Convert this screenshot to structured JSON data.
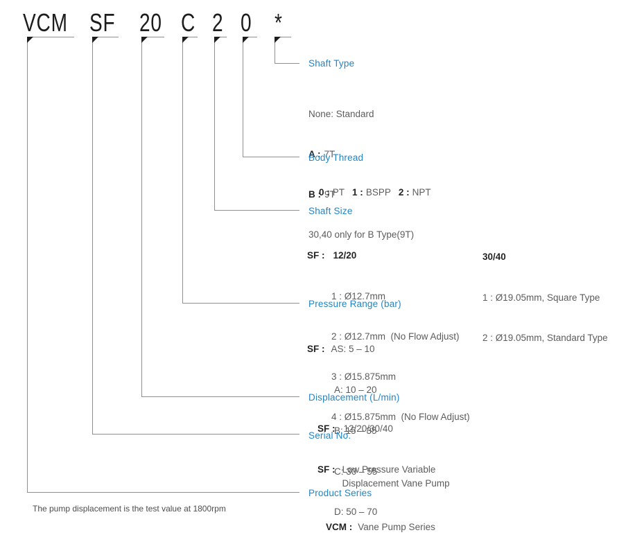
{
  "model_code": {
    "segments": [
      "VCM",
      "SF",
      "20",
      "C",
      "2",
      "0",
      "*"
    ]
  },
  "colors": {
    "accent_blue": "#2185c6",
    "body_gray": "#5b5c5e",
    "key_black": "#232323",
    "line_gray": "#8f8f90",
    "code_black": "#1c1c1e"
  },
  "sections": {
    "shaft_type": {
      "title": "Shaft Type",
      "line_none": "None: Standard",
      "key_a": "A :",
      "val_a": "7T",
      "key_b": "B :",
      "val_b": "9T",
      "line_note": "30,40 only for B Type(9T)"
    },
    "body_thread": {
      "title": "Body Thread",
      "pairs": [
        {
          "k": "0 :",
          "v": "PT"
        },
        {
          "k": "1 :",
          "v": "BSPP"
        },
        {
          "k": "2 :",
          "v": "NPT"
        }
      ]
    },
    "shaft_size": {
      "title": "Shaft Size",
      "sf_key": "SF :",
      "sf_value": "12/20",
      "sf_options": [
        "1 : Ø12.7mm",
        "2 : Ø12.7mm  (No Flow Adjust)",
        "3 : Ø15.875mm",
        "4 : Ø15.875mm  (No Flow Adjust)"
      ],
      "right_header": "30/40",
      "right_options": [
        "1 : Ø19.05mm, Square Type",
        "2 : Ø19.05mm, Standard Type"
      ]
    },
    "pressure_range": {
      "title": "Pressure Range (bar)",
      "key": "SF :",
      "first": "AS: 5 – 10",
      "rest": [
        "A: 10 – 20",
        "B: 15 – 35",
        "C: 30 – 55",
        "D: 50 – 70"
      ]
    },
    "displacement": {
      "title": "Displacement (L/min)",
      "key": "SF :",
      "value": "12/20/30/40"
    },
    "serial_no": {
      "title": "Serial No.",
      "key": "SF :",
      "value_line1": "Low Pressure Variable",
      "value_line2": "Displacement Vane Pump"
    },
    "product_series": {
      "title": "Product Series",
      "key": "VCM :",
      "value": "Vane Pump Series"
    }
  },
  "footnote": "The pump displacement is the test value at 1800rpm"
}
